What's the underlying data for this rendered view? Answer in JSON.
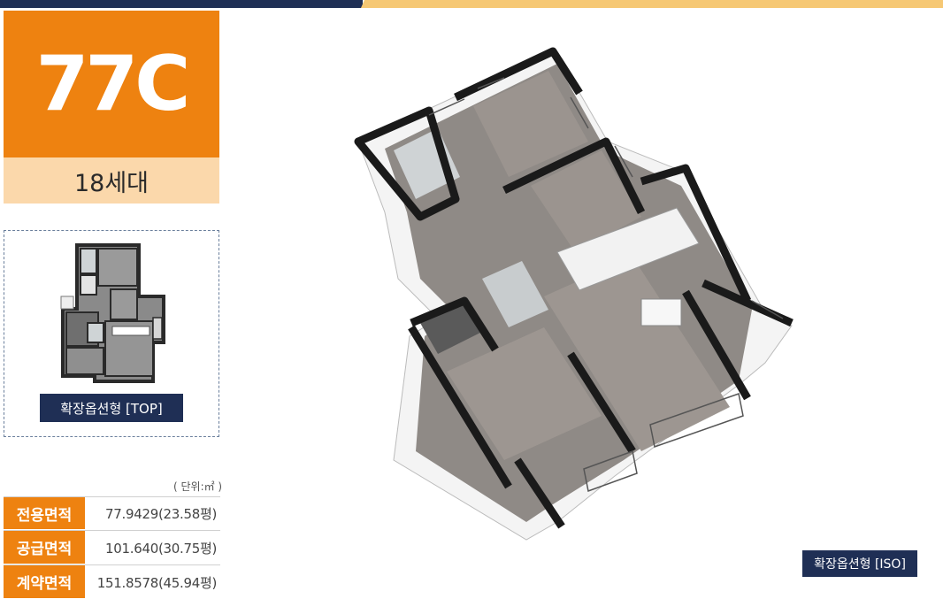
{
  "header": {
    "type_label": "77C",
    "units_label": "18세대"
  },
  "thumbnail": {
    "caption": "확장옵션형 [TOP]"
  },
  "area": {
    "unit_note": "( 단위:㎡ )",
    "rows": [
      {
        "label": "전용면적",
        "value": "77.9429(23.58평)"
      },
      {
        "label": "공급면적",
        "value": "101.640(30.75평)"
      },
      {
        "label": "계약면적",
        "value": "151.8578(45.94평)"
      }
    ]
  },
  "iso": {
    "caption": "확장옵션형 [ISO]"
  },
  "colors": {
    "accent_orange": "#ee8210",
    "light_peach": "#fbd8ab",
    "navy": "#1f2f55",
    "gold": "#f6c874"
  }
}
